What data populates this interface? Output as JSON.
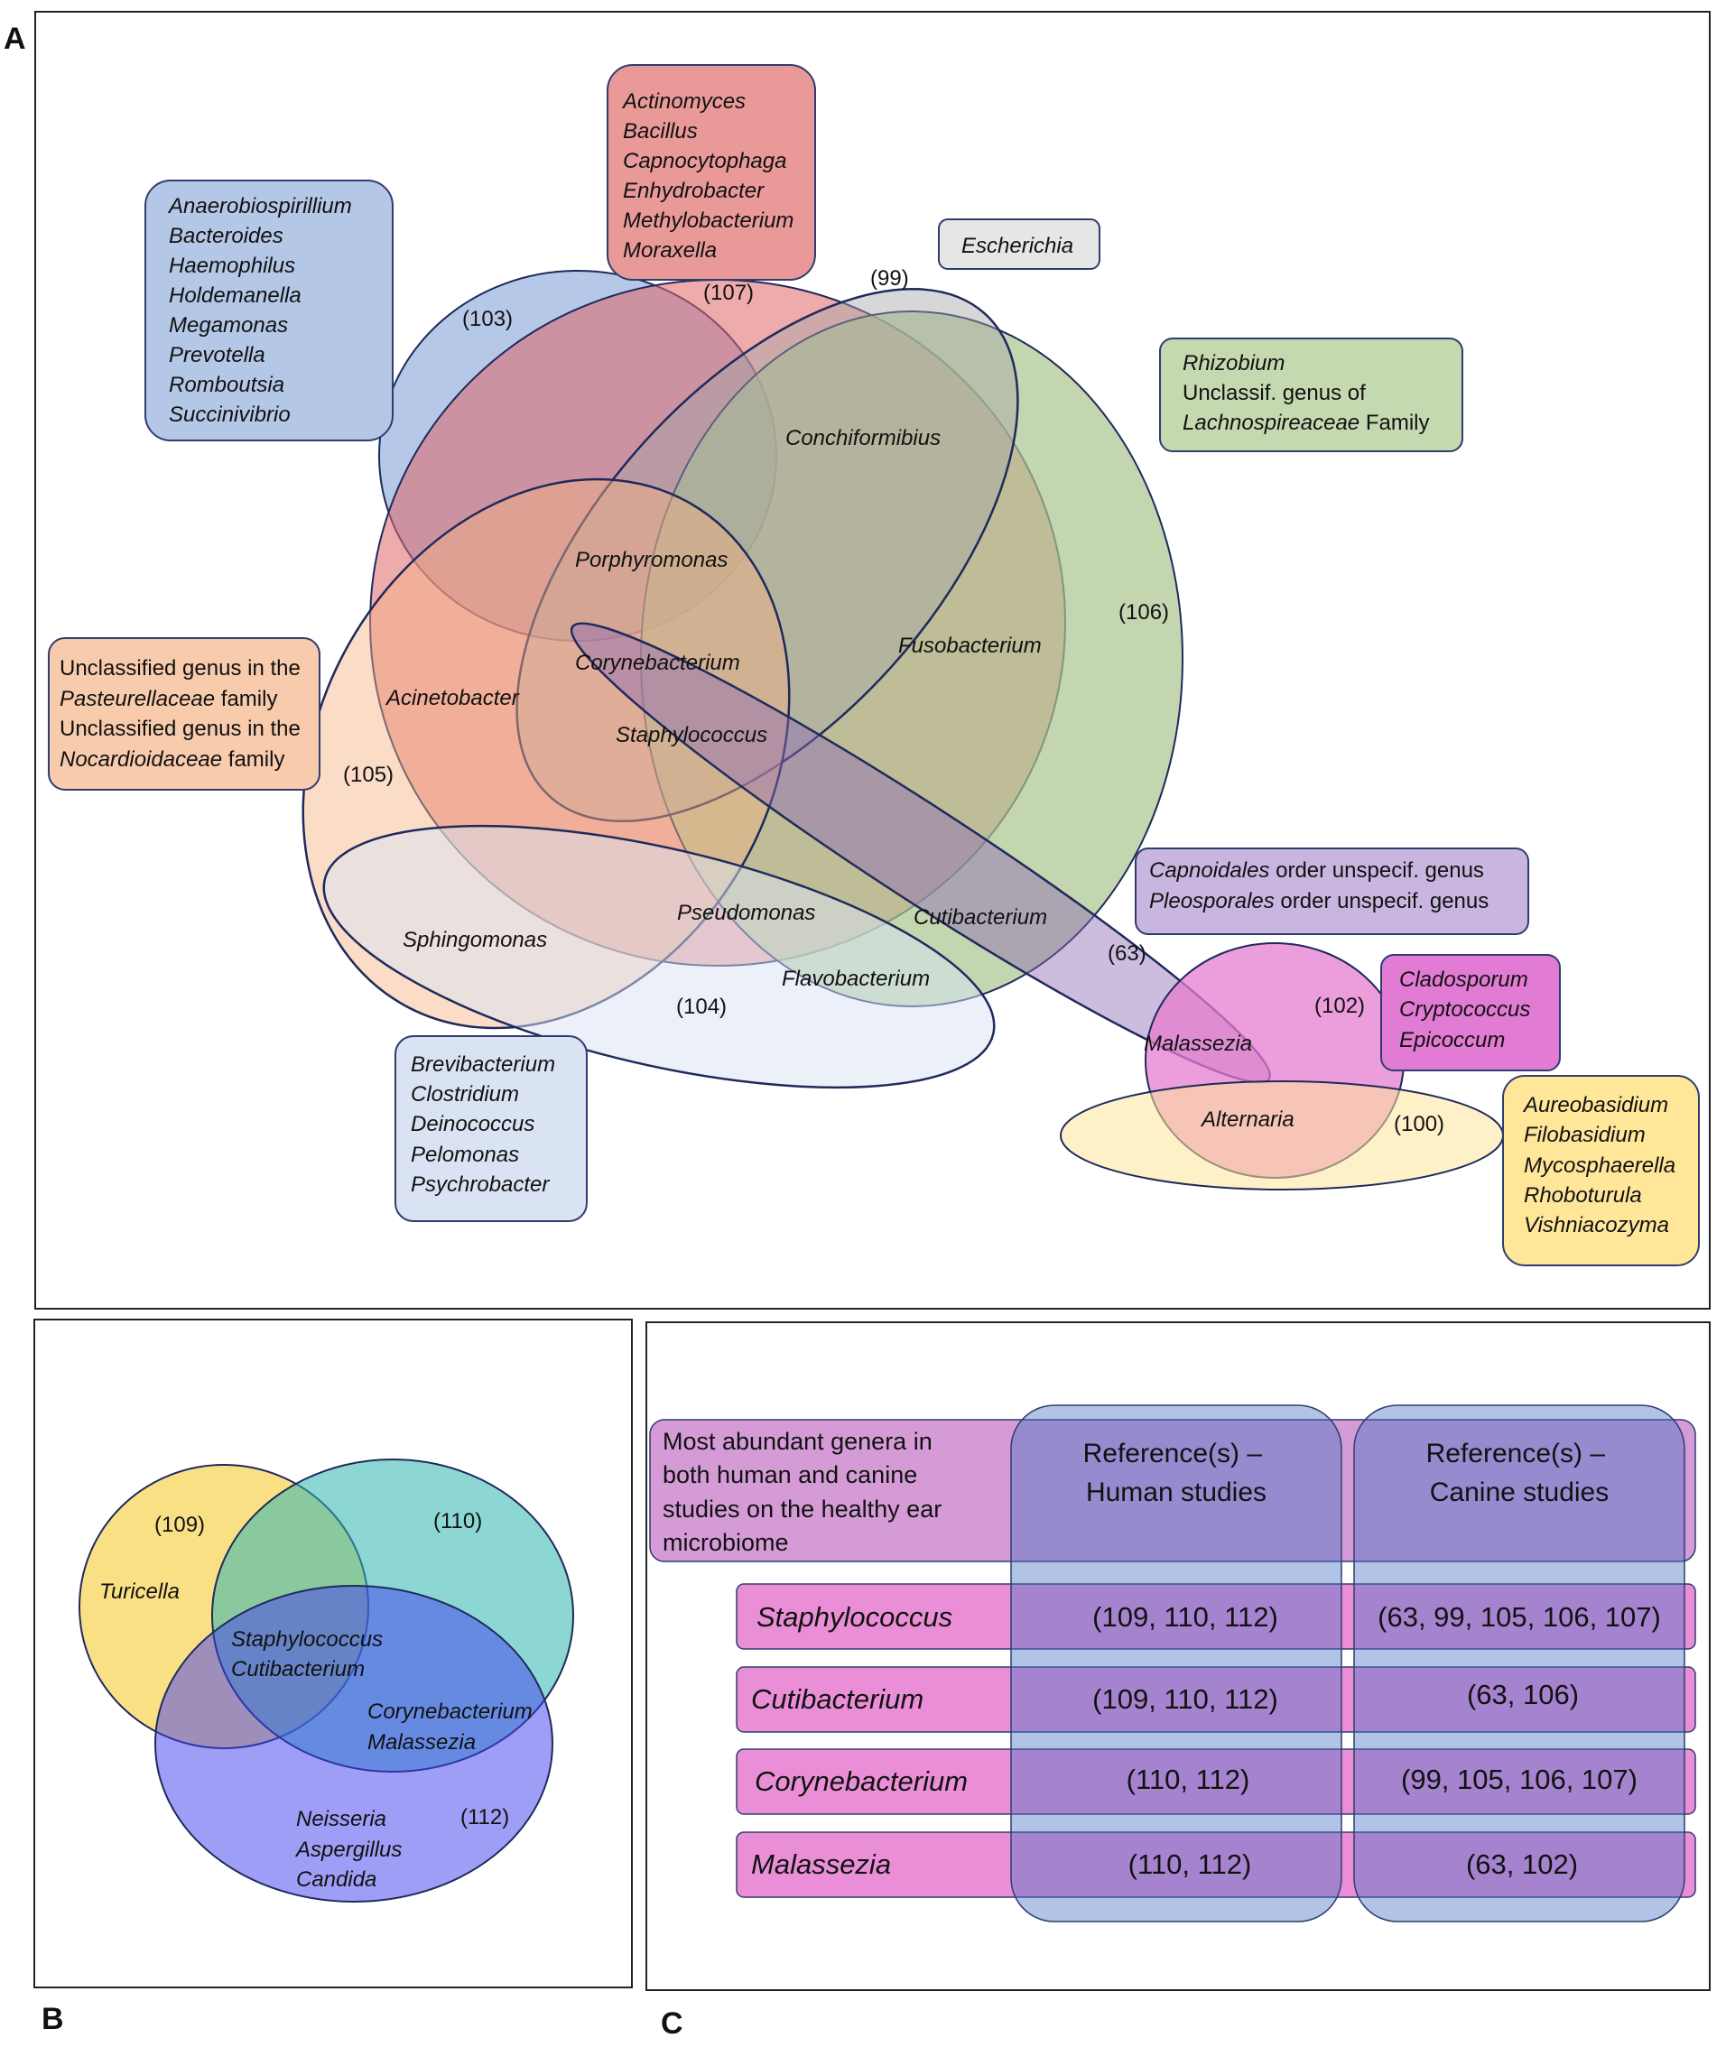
{
  "panels": {
    "a": {
      "letter": "A",
      "refs": {
        "r103": "(103)",
        "r107": "(107)",
        "r99": "(99)",
        "r106": "(106)",
        "r105": "(105)",
        "r104": "(104)",
        "r63": "(63)",
        "r102": "(102)",
        "r100": "(100)"
      },
      "boxes": {
        "blue": [
          "Anaerobiospirillium",
          "Bacteroides",
          "Haemophilus",
          "Holdemanella",
          "Megamonas",
          "Prevotella",
          "Romboutsia",
          "Succinivibrio"
        ],
        "red": [
          "Actinomyces",
          "Bacillus",
          "Capnocytophaga",
          "Enhydrobacter",
          "Methylobacterium",
          "Moraxella"
        ],
        "grey": [
          "Escherichia"
        ],
        "green": {
          "l1": "Rhizobium",
          "l2": "Unclassif. genus of",
          "l3_it": "Lachnospireaceae",
          "l3_rest": " Family"
        },
        "orange": {
          "l1": "Unclassified genus in the",
          "l2_it": "Pasteurellaceae",
          "l2_rest": " family",
          "l3": "Unclassified genus in the",
          "l4_it": "Nocardioidaceae",
          "l4_rest": " family"
        },
        "lightblue": [
          "Brevibacterium",
          "Clostridium",
          "Deinococcus",
          "Pelomonas",
          "Psychrobacter"
        ],
        "purple": {
          "l1_it": "Capnoidales",
          "l1_rest": " order unspecif. genus",
          "l2_it": "Pleosporales",
          "l2_rest": " order unspecif. genus"
        },
        "magenta": [
          "Cladosporum",
          "Cryptococcus",
          "Epicoccum"
        ],
        "yellow": [
          "Aureobasidium",
          "Filobasidium",
          "Mycosphaerella",
          "Rhoboturula",
          "Vishniacozyma"
        ]
      },
      "genera": {
        "conchiformibius": "Conchiformibius",
        "porphyromonas": "Porphyromonas",
        "corynebacterium": "Corynebacterium",
        "fusobacterium": "Fusobacterium",
        "acinetobacter": "Acinetobacter",
        "staphylococcus": "Staphylococcus",
        "pseudomonas": "Pseudomonas",
        "sphingomonas": "Sphingomonas",
        "cutibacterium": "Cutibacterium",
        "flavobacterium": "Flavobacterium",
        "malassezia": "Malassezia",
        "alternaria": "Alternaria"
      }
    },
    "b": {
      "letter": "B",
      "refs": {
        "r109": "(109)",
        "r110": "(110)",
        "r112": "(112)"
      },
      "labels": {
        "turicella": "Turicella",
        "staphylococcus": "Staphylococcus",
        "cutibacterium": "Cutibacterium",
        "corynebacterium": "Corynebacterium",
        "malassezia": "Malassezia",
        "neisseria": "Neisseria",
        "aspergillus": "Aspergillus",
        "candida": "Candida"
      }
    },
    "c": {
      "letter": "C",
      "header": {
        "title_lines": [
          "Most abundant genera in",
          "both human and canine",
          "studies on the healthy ear",
          "microbiome"
        ],
        "human": [
          "Reference(s) –",
          "Human studies"
        ],
        "canine": [
          "Reference(s) –",
          "Canine studies"
        ]
      },
      "rows": [
        {
          "genus": "Staphylococcus",
          "human": "(109, 110, 112)",
          "canine": "(63, 99, 105, 106, 107)"
        },
        {
          "genus": "Cutibacterium",
          "human": "(109, 110, 112)",
          "canine": "(63, 106)"
        },
        {
          "genus": "Corynebacterium",
          "human": "(110, 112)",
          "canine": "(99, 105, 106, 107)"
        },
        {
          "genus": "Malassezia",
          "human": "(110, 112)",
          "canine": "(63, 102)"
        }
      ]
    }
  },
  "colors": {
    "blue": "#8eaadb",
    "red": "#e06666",
    "grey": "#a6a6a6",
    "green": "#a9c48e",
    "orange": "#f4b183",
    "lightblue": "#dae3f3",
    "purple": "#b4a7d6",
    "magenta": "#e67ccf",
    "yellow": "#ffe699",
    "outline": "#1f2a5c"
  }
}
